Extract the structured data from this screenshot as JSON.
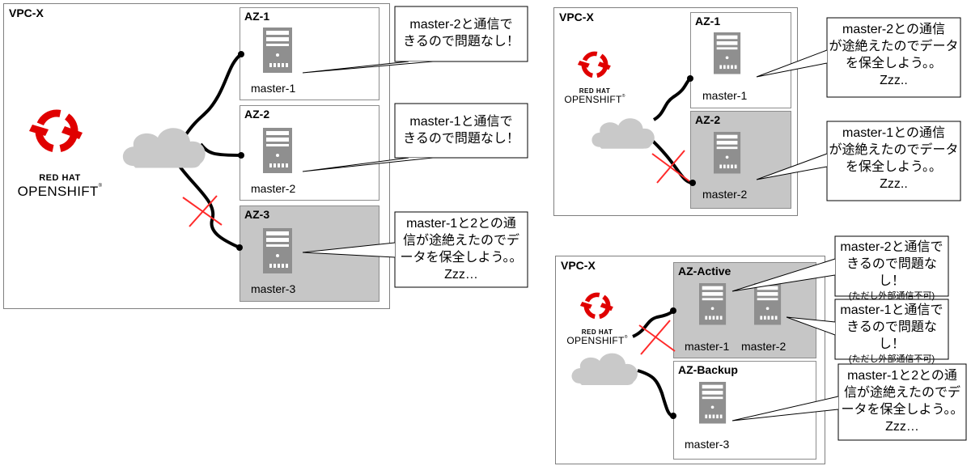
{
  "panel1": {
    "vpc": "VPC-X",
    "az1": "AZ-1",
    "az2": "AZ-2",
    "az3": "AZ-3",
    "m1": "master-1",
    "m2": "master-2",
    "m3": "master-3",
    "c1": [
      "master-2と通信で",
      "きるので問題なし！"
    ],
    "c2": [
      "master-1と通信で",
      "きるので問題なし！"
    ],
    "c3": [
      "master-1と2との通",
      "信が途絶えたのでデ",
      "ータを保全しよう。。",
      "Zzz…"
    ]
  },
  "panel2": {
    "vpc": "VPC-X",
    "az1": "AZ-1",
    "az2": "AZ-2",
    "m1": "master-1",
    "m2": "master-2",
    "c1": [
      "master-2との通信",
      "が途絶えたのでデータ",
      "を保全しよう。。",
      "Zzz.."
    ],
    "c2": [
      "master-1との通信",
      "が途絶えたのでデータ",
      "を保全しよう。。",
      "Zzz.."
    ]
  },
  "panel3": {
    "vpc": "VPC-X",
    "az_active": "AZ-Active",
    "az_backup": "AZ-Backup",
    "m1": "master-1",
    "m2": "master-2",
    "m3": "master-3",
    "c1": [
      "master-2と通信で",
      "きるので問題なし！"
    ],
    "c1_note": "(ただし外部通信不可)",
    "c2": [
      "master-1と通信で",
      "きるので問題なし！"
    ],
    "c2_note": "(ただし外部通信不可)",
    "c3": [
      "master-1と2との通",
      "信が途絶えたのでデ",
      "ータを保全しよう。。",
      "Zzz…"
    ]
  },
  "logo": {
    "line1": "RED HAT",
    "line2": "OPENSHIFT",
    "tm": "®"
  },
  "colors": {
    "brand_red": "#e00000",
    "az_dim": "#c6c6c6",
    "cloud": "#c9c9c9",
    "server": "#8f8f8f",
    "cross": "#ff2a2a"
  }
}
